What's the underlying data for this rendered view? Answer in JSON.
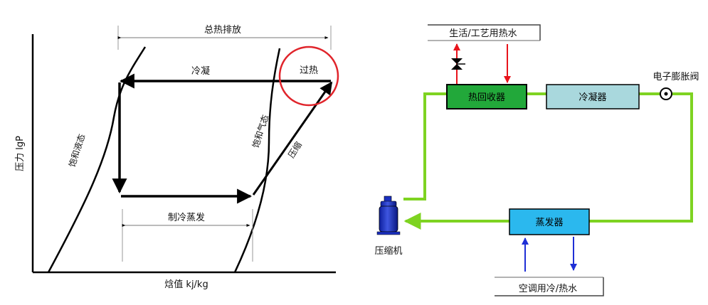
{
  "ph_diagram": {
    "total_heat_rejection": "总热排放",
    "condensing": "冷凝",
    "superheat": "过热",
    "saturated_liquid": "饱和液态",
    "saturated_vapor": "饱和气态",
    "compression": "压缩",
    "evaporation": "制冷蒸发",
    "y_axis": "压力 lgP",
    "x_axis": "焓值 kj/kg"
  },
  "system": {
    "hot_water_supply": "生活/工艺用热水",
    "heat_recovery": "热回收器",
    "condenser": "冷凝器",
    "expansion_valve": "电子膨胀阀",
    "compressor": "压缩机",
    "evaporator": "蒸发器",
    "ac_water": "空调用冷/热水"
  },
  "colors": {
    "refrigerant_line": "#7ed321",
    "hot_water": "#e8131b",
    "ac_water": "#1f2fd6",
    "heat_recovery_fill": "#22a83a",
    "condenser_fill": "#a9d8dd",
    "evaporator_fill": "#2bb8ee",
    "superheat_circle": "#e0242b",
    "compressor": "#1a2fbf"
  }
}
